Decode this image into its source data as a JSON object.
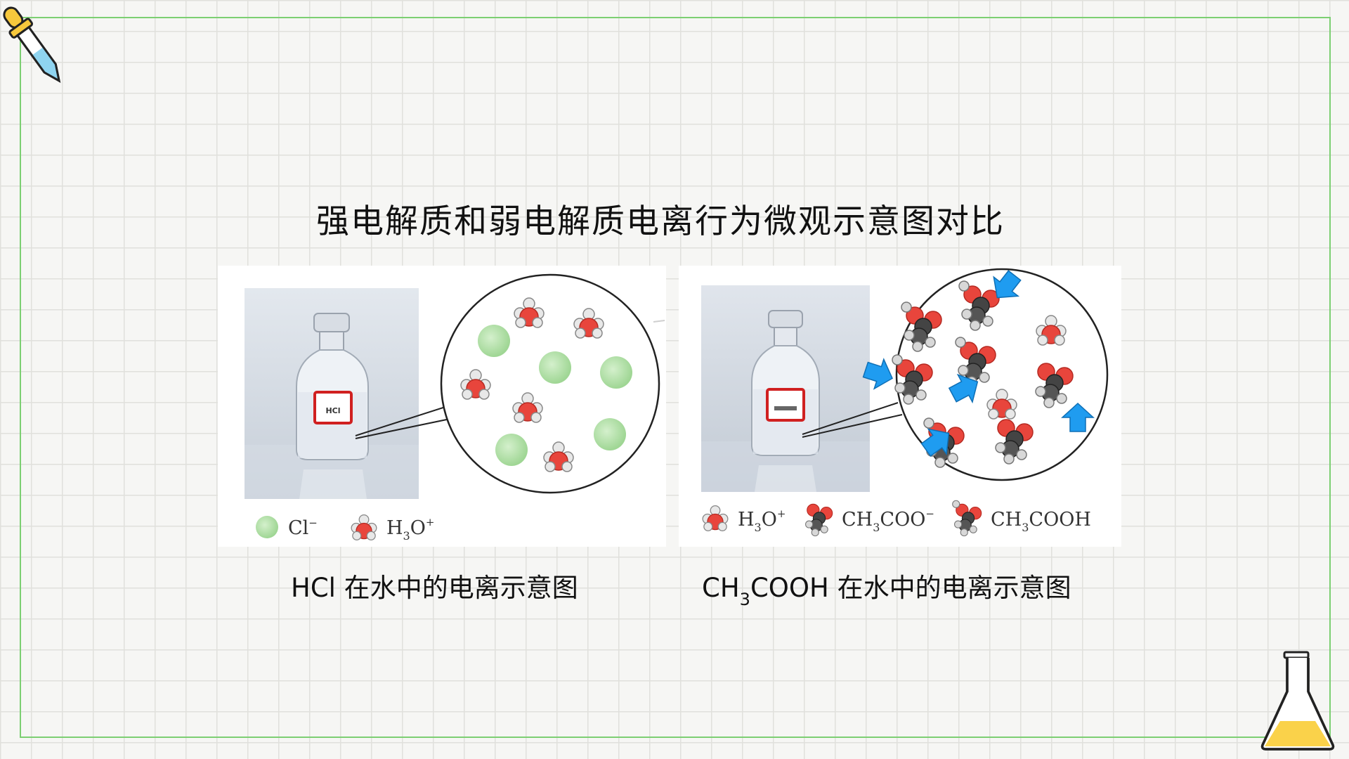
{
  "title": "强电解质和弱电解质电离行为微观示意图对比",
  "icons": {
    "top_left": "dropper-icon",
    "bottom_right": "flask-icon"
  },
  "colors": {
    "frame": "#7ccf72",
    "chloride_ion": "#a8df9c",
    "oxygen_atom": "#e8453c",
    "hydrogen_atom": "#e0e0e0",
    "carbon_atom": "#444444",
    "arrow": "#1f9cf0",
    "flask_liquid": "#fad24a"
  },
  "left_panel": {
    "bottle_label": "HCl",
    "legend": {
      "chloride": {
        "base": "Cl",
        "sup": "−"
      },
      "hydronium": {
        "base1": "H",
        "sub": "3",
        "base2": "O",
        "sup": "+"
      }
    },
    "caption": "HCl 在水中的电离示意图"
  },
  "right_panel": {
    "legend": {
      "hydronium": {
        "base1": "H",
        "sub": "3",
        "base2": "O",
        "sup": "+"
      },
      "acetate": {
        "base1": "CH",
        "sub": "3",
        "base2": "COO",
        "sup": "−"
      },
      "acetic_acid": {
        "base1": "CH",
        "sub": "3",
        "base2": "COOH"
      }
    },
    "caption": {
      "prefix": "CH",
      "sub": "3",
      "suffix": "COOH 在水中的电离示意图"
    }
  }
}
